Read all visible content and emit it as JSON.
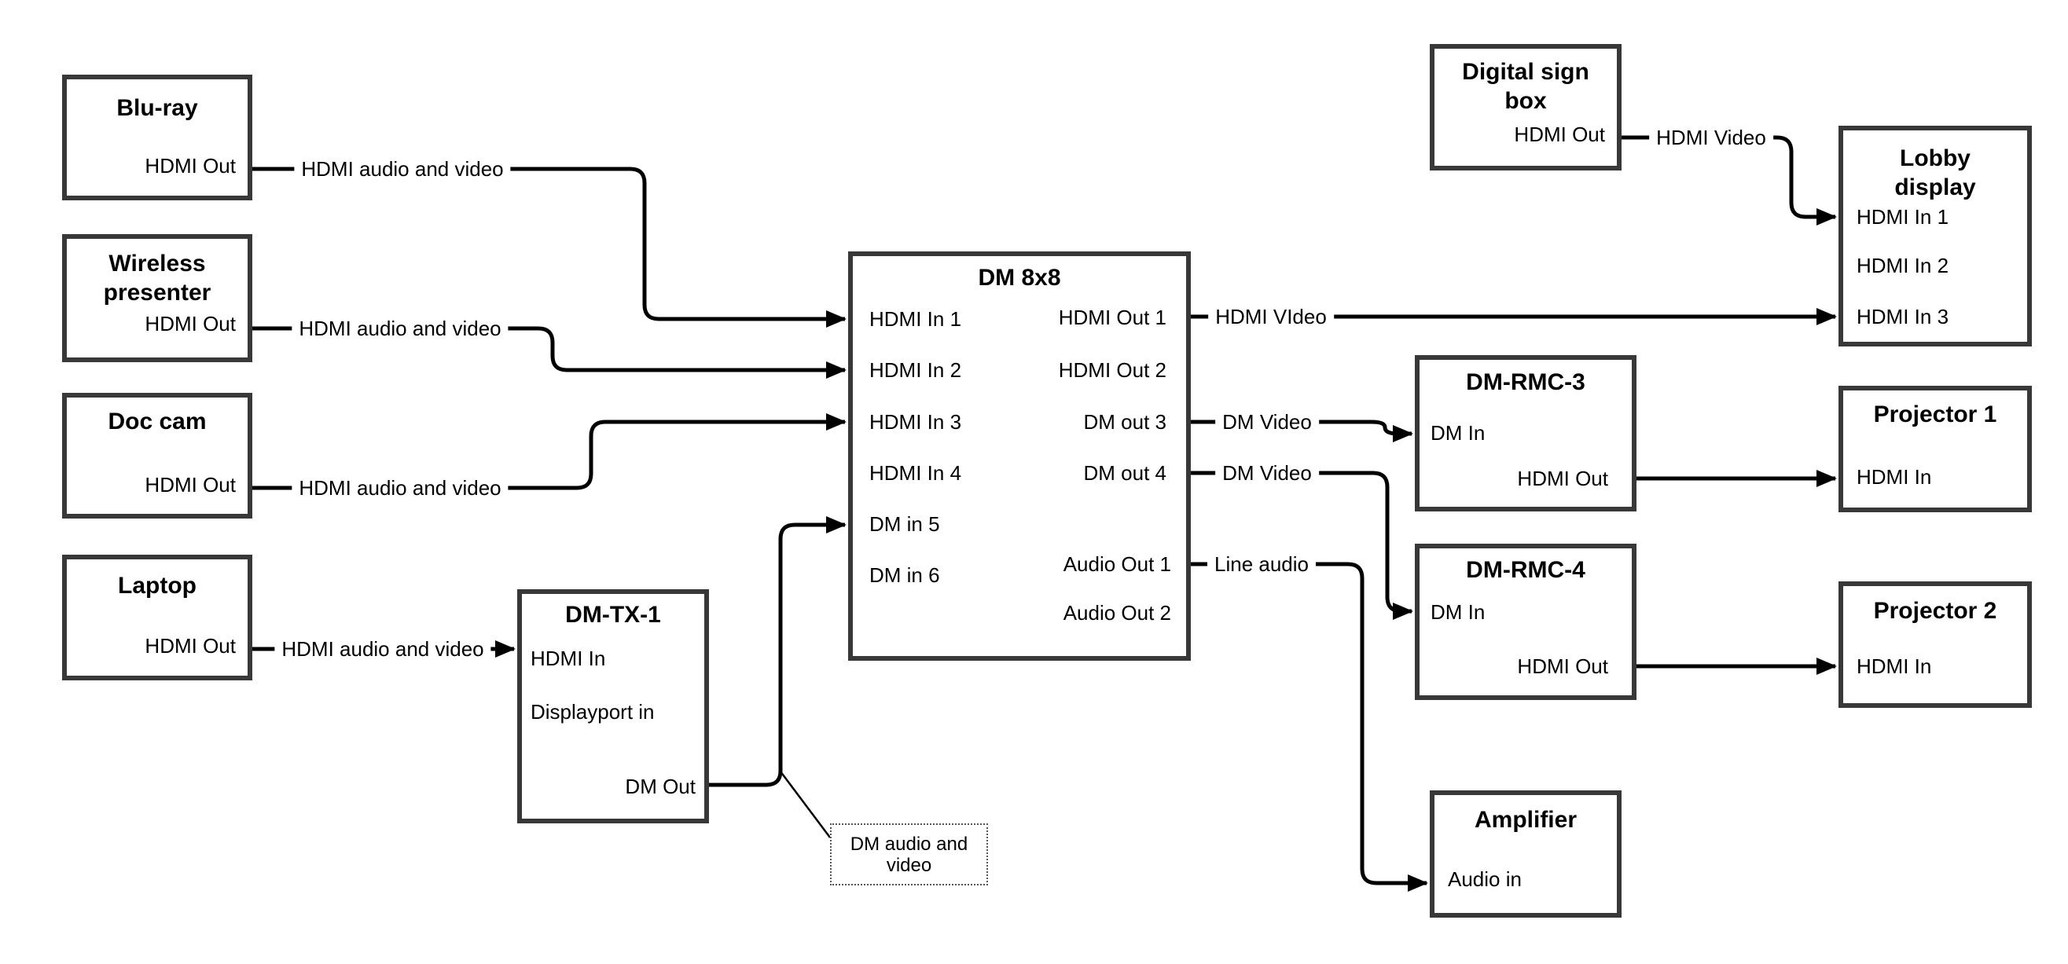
{
  "diagram": {
    "colors": {
      "background": "#ffffff",
      "line": "#000000",
      "box_border": "#383838",
      "text": "#000000"
    },
    "nodes": [
      {
        "id": "bluray",
        "title_lines": [
          "Blu-ray"
        ],
        "ports": [
          {
            "id": "hdmi-out",
            "label": "HDMI Out"
          }
        ]
      },
      {
        "id": "wireless-presenter",
        "title_lines": [
          "Wireless",
          "presenter"
        ],
        "ports": [
          {
            "id": "hdmi-out",
            "label": "HDMI Out"
          }
        ]
      },
      {
        "id": "doc-cam",
        "title_lines": [
          "Doc cam"
        ],
        "ports": [
          {
            "id": "hdmi-out",
            "label": "HDMI Out"
          }
        ]
      },
      {
        "id": "laptop",
        "title_lines": [
          "Laptop"
        ],
        "ports": [
          {
            "id": "hdmi-out",
            "label": "HDMI Out"
          }
        ]
      },
      {
        "id": "dm-tx-1",
        "title_lines": [
          "DM-TX-1"
        ],
        "ports": [
          {
            "id": "hdmi-in",
            "label": "HDMI In"
          },
          {
            "id": "displayport-in",
            "label": "Displayport in"
          },
          {
            "id": "dm-out",
            "label": "DM Out"
          }
        ]
      },
      {
        "id": "dm-8x8",
        "title_lines": [
          "DM 8x8"
        ],
        "ports": [
          {
            "id": "hdmi-in-1",
            "label": "HDMI In 1"
          },
          {
            "id": "hdmi-in-2",
            "label": "HDMI In 2"
          },
          {
            "id": "hdmi-in-3",
            "label": "HDMI In 3"
          },
          {
            "id": "hdmi-in-4",
            "label": "HDMI In 4"
          },
          {
            "id": "dm-in-5",
            "label": "DM in 5"
          },
          {
            "id": "dm-in-6",
            "label": "DM in 6"
          },
          {
            "id": "hdmi-out-1",
            "label": "HDMI Out 1"
          },
          {
            "id": "hdmi-out-2",
            "label": "HDMI Out 2"
          },
          {
            "id": "dm-out-3",
            "label": "DM out 3"
          },
          {
            "id": "dm-out-4",
            "label": "DM out 4"
          },
          {
            "id": "audio-out-1",
            "label": "Audio Out 1"
          },
          {
            "id": "audio-out-2",
            "label": "Audio Out 2"
          }
        ]
      },
      {
        "id": "digital-sign-box",
        "title_lines": [
          "Digital sign",
          "box"
        ],
        "ports": [
          {
            "id": "hdmi-out",
            "label": "HDMI Out"
          }
        ]
      },
      {
        "id": "lobby-display",
        "title_lines": [
          "Lobby",
          "display"
        ],
        "ports": [
          {
            "id": "hdmi-in-1",
            "label": "HDMI In 1"
          },
          {
            "id": "hdmi-in-2",
            "label": "HDMI In 2"
          },
          {
            "id": "hdmi-in-3",
            "label": "HDMI In 3"
          }
        ]
      },
      {
        "id": "dm-rmc-3",
        "title_lines": [
          "DM-RMC-3"
        ],
        "ports": [
          {
            "id": "dm-in",
            "label": "DM In"
          },
          {
            "id": "hdmi-out",
            "label": "HDMI Out"
          }
        ]
      },
      {
        "id": "projector-1",
        "title_lines": [
          "Projector 1"
        ],
        "ports": [
          {
            "id": "hdmi-in",
            "label": "HDMI In"
          }
        ]
      },
      {
        "id": "dm-rmc-4",
        "title_lines": [
          "DM-RMC-4"
        ],
        "ports": [
          {
            "id": "dm-in",
            "label": "DM In"
          },
          {
            "id": "hdmi-out",
            "label": "HDMI Out"
          }
        ]
      },
      {
        "id": "projector-2",
        "title_lines": [
          "Projector 2"
        ],
        "ports": [
          {
            "id": "hdmi-in",
            "label": "HDMI In"
          }
        ]
      },
      {
        "id": "amplifier",
        "title_lines": [
          "Amplifier"
        ],
        "ports": [
          {
            "id": "audio-in",
            "label": "Audio in"
          }
        ]
      }
    ],
    "connections": [
      {
        "id": "bluray-to-dm8x8-in1",
        "label": "HDMI audio and video"
      },
      {
        "id": "wireless-to-dm8x8-in2",
        "label": "HDMI audio and video"
      },
      {
        "id": "doccam-to-dm8x8-in3",
        "label": "HDMI audio and video"
      },
      {
        "id": "laptop-to-dmtx1",
        "label": "HDMI audio and video"
      },
      {
        "id": "dmtx1-to-dm8x8-in5",
        "label": ""
      },
      {
        "id": "dm8x8-out1-to-lobby-in3",
        "label": "HDMI VIdeo"
      },
      {
        "id": "dm8x8-out3-to-rmc3",
        "label": "DM Video"
      },
      {
        "id": "dm8x8-out4-to-rmc4",
        "label": "DM Video"
      },
      {
        "id": "dm8x8-audio1-to-amplifier",
        "label": "Line audio"
      },
      {
        "id": "digitalsign-to-lobby-in1",
        "label": "HDMI Video"
      },
      {
        "id": "rmc3-to-projector1",
        "label": ""
      },
      {
        "id": "rmc4-to-projector2",
        "label": ""
      }
    ],
    "note": {
      "lines": [
        "DM audio and",
        "video"
      ]
    }
  }
}
